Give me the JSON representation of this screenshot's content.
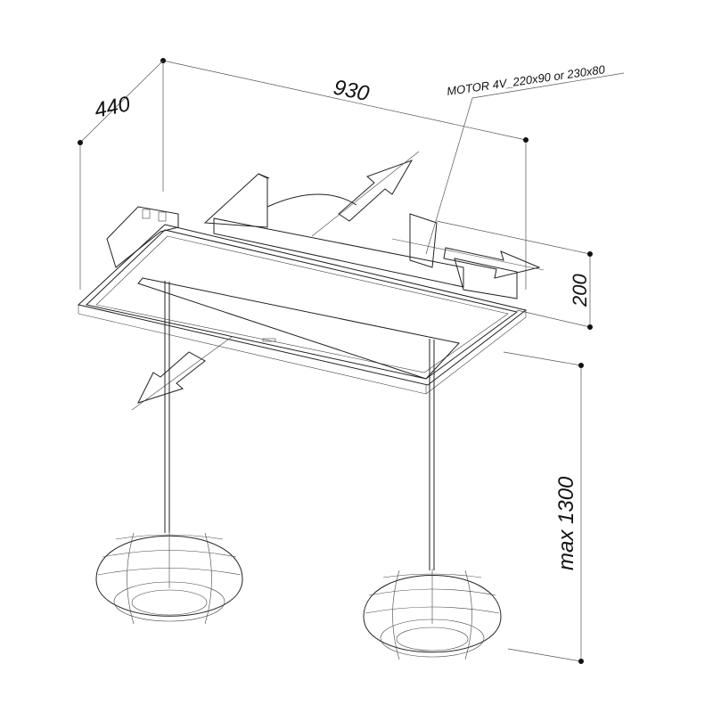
{
  "dimensions": {
    "width": "930",
    "depth": "440",
    "height": "200",
    "drop": "max 1300"
  },
  "annotations": {
    "motor": "MOTOR 4V_220x90 or 230x80"
  },
  "colors": {
    "line": "#222222",
    "background": "#ffffff"
  }
}
